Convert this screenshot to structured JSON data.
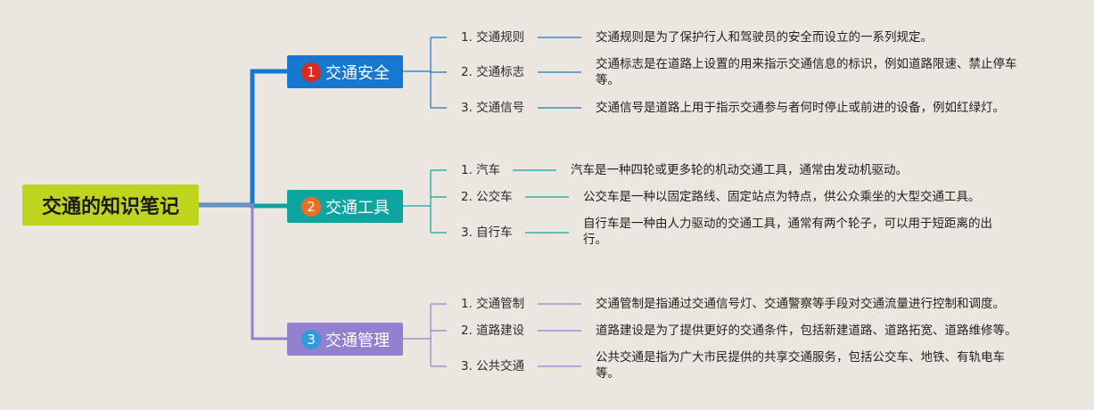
{
  "root": {
    "label": "交通的知识笔记"
  },
  "branches": [
    {
      "number": "1",
      "label": "交通安全",
      "color": "#1577cf",
      "badge_color": "#dc2a1d",
      "items": [
        {
          "label": "1. 交通规则",
          "desc": [
            "交通规则是为了保护行人和驾驶员的安全而设立的一系列规定。"
          ]
        },
        {
          "label": "2. 交通标志",
          "desc": [
            "交通标志是在道路上设置的用来指示交通信息的标识，例如道路限速、禁止停车",
            "等。"
          ]
        },
        {
          "label": "3. 交通信号",
          "desc": [
            "交通信号是道路上用于指示交通参与者何时停止或前进的设备，例如红绿灯。"
          ]
        }
      ]
    },
    {
      "number": "2",
      "label": "交通工具",
      "color": "#10a4a0",
      "badge_color": "#ea6f23",
      "items": [
        {
          "label": "1. 汽车",
          "desc": [
            "汽车是一种四轮或更多轮的机动交通工具，通常由发动机驱动。"
          ]
        },
        {
          "label": "2. 公交车",
          "desc": [
            "公交车是一种以固定路线、固定站点为特点，供公众乘坐的大型交通工具。"
          ]
        },
        {
          "label": "3. 自行车",
          "desc": [
            "自行车是一种由人力驱动的交通工具，通常有两个轮子，可以用于短距离的出",
            "行。"
          ]
        }
      ]
    },
    {
      "number": "3",
      "label": "交通管理",
      "color": "#9281d0",
      "badge_color": "#2e9bdd",
      "items": [
        {
          "label": "1. 交通管制",
          "desc": [
            "交通管制是指通过交通信号灯、交通警察等手段对交通流量进行控制和调度。"
          ]
        },
        {
          "label": "2. 道路建设",
          "desc": [
            "道路建设是为了提供更好的交通条件，包括新建道路、道路拓宽、道路维修等。"
          ]
        },
        {
          "label": "3. 公共交通",
          "desc": [
            "公共交通是指为广大市民提供的共享交通服务，包括公交车、地铁、有轨电车",
            "等。"
          ]
        }
      ]
    }
  ]
}
